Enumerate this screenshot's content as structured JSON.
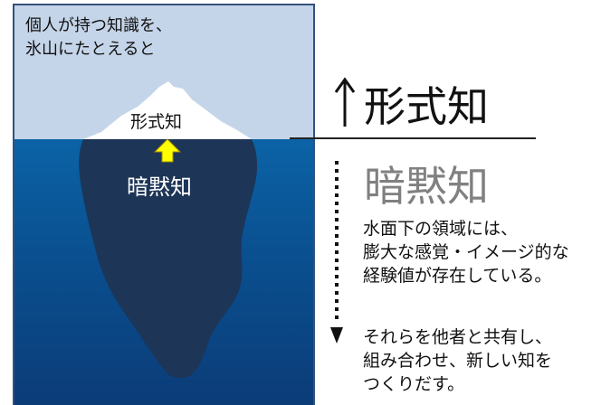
{
  "colors": {
    "sky": "#c5d5e9",
    "sea": "#0a4f8f",
    "iceberg_underwater": "#1d3557",
    "iceberg_tip": "#ffffff",
    "arrow_yellow": "#ffff00"
  },
  "panel": {
    "caption_line1": "個人が持つ知識を、",
    "caption_line2": "氷山にたとえると",
    "tip_label": "形式知",
    "underwater_label": "暗黙知"
  },
  "right": {
    "formal_knowledge": "形式知",
    "tacit_knowledge": "暗黙知",
    "desc1_line1": "水面下の領域には、",
    "desc1_line2": "膨大な感覚・イメージ的な",
    "desc1_line3": "経験値が存在している。",
    "desc2_line1": "それらを他者と共有し、",
    "desc2_line2": "組み合わせ、新しい知を",
    "desc2_line3": "つくりだす。"
  }
}
